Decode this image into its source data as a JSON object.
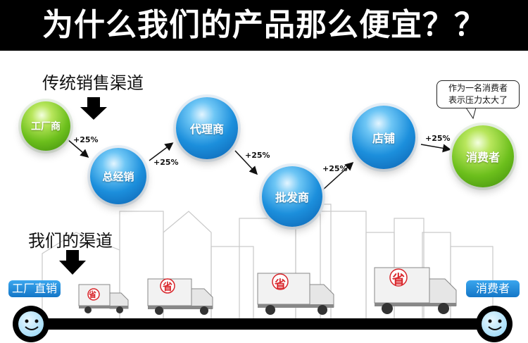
{
  "title": "为什么我们的产品那么便宜？？",
  "traditional": {
    "label": "传统销售渠道",
    "nodes": {
      "factory": "工厂商",
      "distributor": "总经销",
      "agent": "代理商",
      "wholesaler": "批发商",
      "store": "店铺",
      "consumer": "消费者"
    },
    "markup": "+25%",
    "speech_line1": "作为一名消费者",
    "speech_line2": "表示压力太大了"
  },
  "ours": {
    "label": "我们的渠道",
    "start_tag": "工厂直销",
    "end_tag": "消费者",
    "truck_mark": "省"
  },
  "colors": {
    "banner": "#000000",
    "blue_bubble": "#1c8fdc",
    "green_bubble": "#6cbf1c",
    "tag": "#2a90dd",
    "truck_mark": "#d9262b"
  }
}
